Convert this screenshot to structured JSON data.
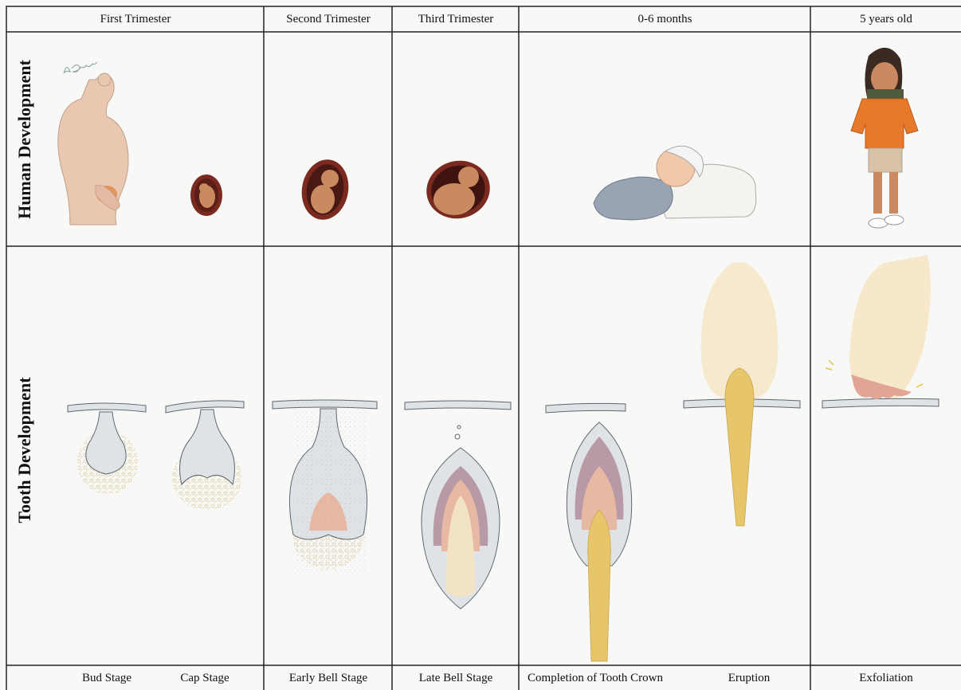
{
  "headers": [
    "First Trimester",
    "Second Trimester",
    "Third Trimester",
    "0-6 months",
    "5 years old"
  ],
  "row_labels": {
    "human": "Human Development",
    "tooth": "Tooth Development"
  },
  "stages": [
    "Bud Stage",
    "Cap Stage",
    "Early Bell Stage",
    "Late Bell Stage",
    "Completion of Tooth Crown",
    "Eruption",
    "Exfoliation"
  ],
  "signature": "A. Gozali",
  "colors": {
    "skin": "#e9c7b0",
    "fetus": "#c98a60",
    "uterus": "#7a2a1f",
    "enamel_organ": "#dfe3e6",
    "papilla": "#f2e3c4",
    "dentin": "#b89aa6",
    "pulp": "#e8b9a2",
    "root": "#e7c56a",
    "crown": "#f6e6c6",
    "blanket": "#98a4b3",
    "sweater": "#e77a2a"
  }
}
